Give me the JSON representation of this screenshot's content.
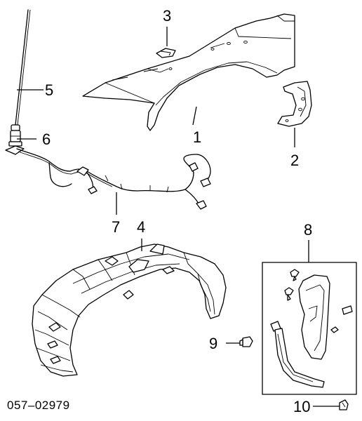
{
  "diagram": {
    "callouts": [
      {
        "id": "1",
        "label": "1"
      },
      {
        "id": "2",
        "label": "2"
      },
      {
        "id": "3",
        "label": "3"
      },
      {
        "id": "4",
        "label": "4"
      },
      {
        "id": "5",
        "label": "5"
      },
      {
        "id": "6",
        "label": "6"
      },
      {
        "id": "7",
        "label": "7"
      },
      {
        "id": "8",
        "label": "8"
      },
      {
        "id": "9",
        "label": "9"
      },
      {
        "id": "10",
        "label": "10"
      }
    ],
    "diagram_code": "057–02979"
  }
}
